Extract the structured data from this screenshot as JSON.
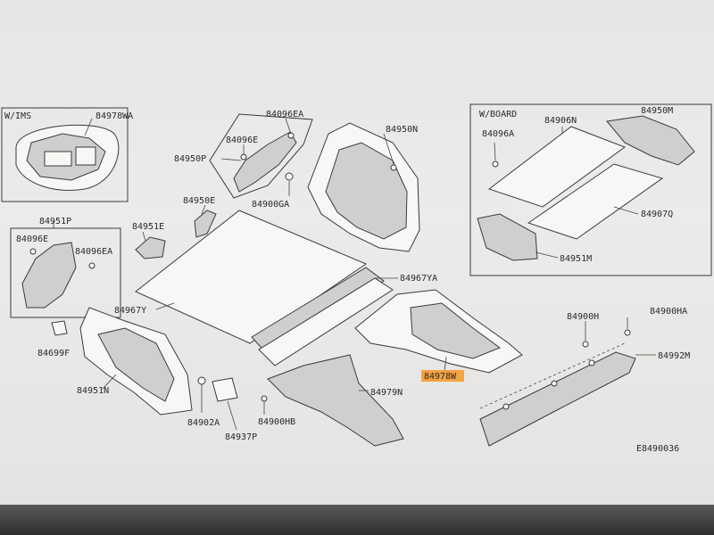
{
  "diagram": {
    "code": "E8490036",
    "groups": {
      "ims": "W/IMS",
      "board": "W/BOARD"
    },
    "labels": {
      "p84978WA": "84978WA",
      "p84951P": "84951P",
      "p84096E_l": "84096E",
      "p84096EA_l": "84096EA",
      "p84699F": "84699F",
      "p84096EA_c": "84096EA",
      "p84096E_c": "84096E",
      "p84950P": "84950P",
      "p84900GA": "84900GA",
      "p84950E": "84950E",
      "p84951E": "84951E",
      "p84950N": "84950N",
      "p84967YA": "84967YA",
      "p84967Y": "84967Y",
      "p84951N": "84951N",
      "p84902A": "84902A",
      "p84937P": "84937P",
      "p84900HB": "84900HB",
      "p84979N": "84979N",
      "p84978W": "84978W",
      "p84096A": "84096A",
      "p84906N": "84906N",
      "p84950M": "84950M",
      "p84907Q": "84907Q",
      "p84951M": "84951M",
      "p84900H": "84900H",
      "p84900HA": "84900HA",
      "p84992M": "84992M"
    },
    "highlight_color": "#f4a340"
  }
}
